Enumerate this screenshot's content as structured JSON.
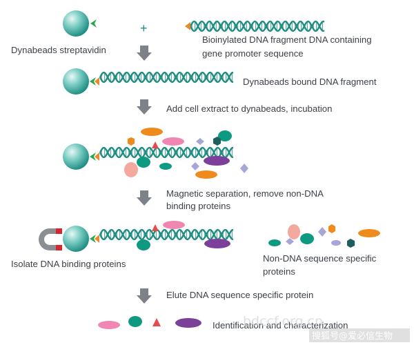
{
  "labels": {
    "bead": "Dynabeads streptavidin",
    "plus": "+",
    "dna_line1": "Bioinylated DNA fragment DNA containing",
    "dna_line2": "gene promoter sequence",
    "bound": "Dynabeads bound DNA fragment",
    "step_extract": "Add cell extract to dynabeads, incubation",
    "step_magnetic_line1": "Magnetic separation, remove non-DNA",
    "step_magnetic_line2": "binding proteins",
    "isolate": "Isolate DNA binding proteins",
    "nonspecific_line1": "Non-DNA sequence specific",
    "nonspecific_line2": "proteins",
    "elute": "Elute DNA sequence specific protein",
    "identify": "Identification and characterization"
  },
  "watermark": {
    "site": "bdccf.org.cn",
    "brand": "搜狐号@爱必信生物"
  },
  "colors": {
    "bead": "#1f8d82",
    "dna": "#1f8d82",
    "biotin": "#e68a2e",
    "streptavidin": "#2aa54a",
    "arrow": "#7d8288",
    "protein_orange": "#ef8a1c",
    "protein_pink": "#ef87b2",
    "protein_teal": "#0e9a80",
    "protein_purple": "#7c3f9a",
    "protein_dark": "#1e5e5e",
    "protein_lavender": "#a7a6d6",
    "protein_peach": "#f4a99e",
    "protein_red": "#e8494e",
    "magnet": "#d8262e",
    "magnet_grey": "#8b8e92",
    "text": "#3c4148"
  }
}
